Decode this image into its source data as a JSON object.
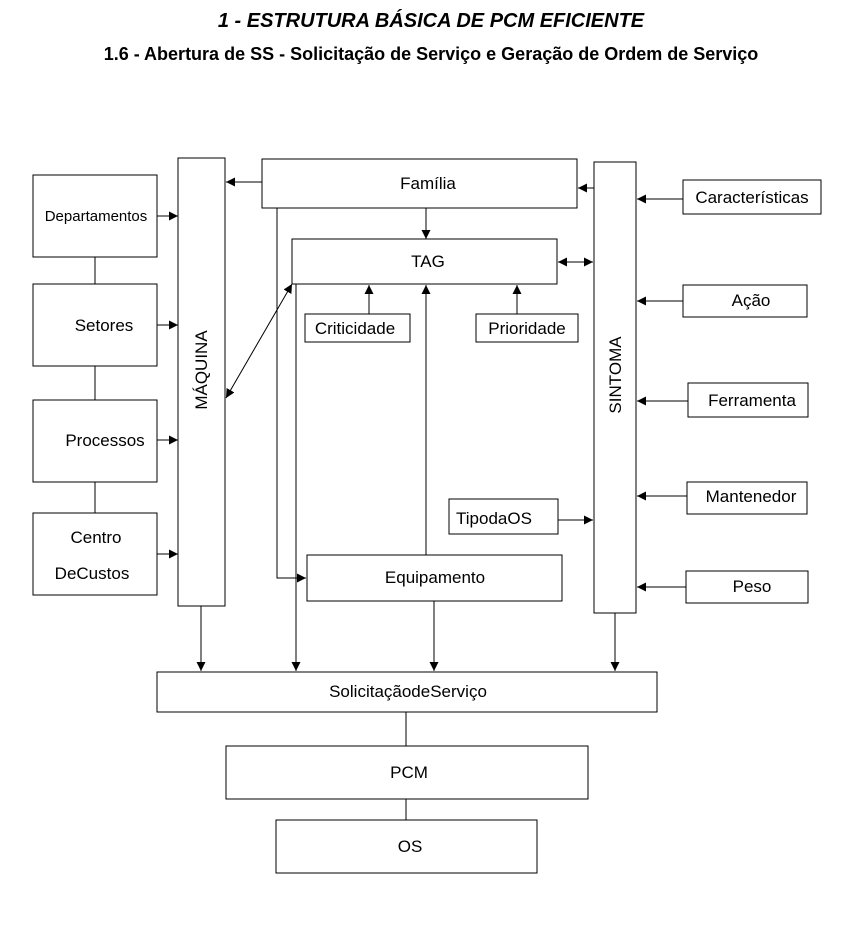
{
  "header": {
    "title": "1 - ESTRUTURA BÁSICA DE PCM EFICIENTE",
    "subtitle": "1.6 - Abertura de SS - Solicitação de Serviço e Geração de Ordem de Serviço"
  },
  "nodes": {
    "departamentos": "Departamentos",
    "setores": "Setores",
    "processos": "Processos",
    "centro_1": "Centro",
    "centro_2": "DeCustos",
    "maquina": "MÁQUINA",
    "familia": "Família",
    "tag": "TAG",
    "criticidade": "Criticidade",
    "prioridade": "Prioridade",
    "equipamento": "Equipamento",
    "tipodaos": "TipodaOS",
    "sintoma": "SINTOMA",
    "caracteristicas": "Características",
    "acao": "Ação",
    "ferramenta": "Ferramenta",
    "mantenedor": "Mantenedor",
    "peso": "Peso",
    "solicitacao": "SolicitaçãodeServiço",
    "pcm": "PCM",
    "os": "OS"
  }
}
